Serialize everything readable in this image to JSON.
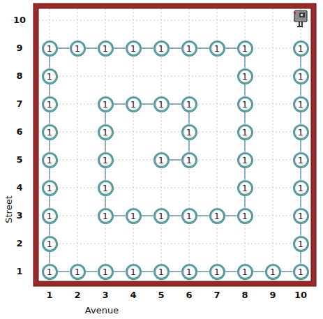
{
  "diagram": {
    "nodes": [
      {
        "text": [
          "1"
        ]
      },
      {
        "text": [
          "1"
        ]
      },
      {
        "text": [
          "1"
        ]
      },
      {
        "text": [
          "1"
        ]
      },
      {
        "text": [
          "1"
        ]
      },
      {
        "text": [
          "1"
        ]
      },
      {
        "text": [
          "1"
        ]
      },
      {
        "text": [
          "1"
        ]
      },
      {
        "text": [
          "1"
        ]
      },
      {
        "text": [
          "1"
        ]
      },
      {
        "text": [
          "1"
        ]
      },
      {
        "text": [
          "1"
        ]
      },
      {
        "text": [
          "1"
        ]
      },
      {
        "text": [
          "1"
        ]
      },
      {
        "text": [
          "1"
        ]
      },
      {
        "text": [
          "1"
        ]
      },
      {
        "text": [
          "1"
        ]
      },
      {
        "text": [
          "1"
        ]
      },
      {
        "text": [
          "1"
        ]
      },
      {
        "text": [
          "1"
        ]
      },
      {
        "text": [
          "1"
        ]
      },
      {
        "text": [
          "1"
        ]
      },
      {
        "text": [
          "1"
        ]
      },
      {
        "text": [
          "1"
        ]
      },
      {
        "text": [
          "1"
        ]
      },
      {
        "text": [
          "1"
        ]
      },
      {
        "text": [
          "1"
        ]
      },
      {
        "text": [
          "1"
        ]
      },
      {
        "text": [
          "1"
        ]
      },
      {
        "text": [
          "1"
        ]
      },
      {
        "text": [
          "1"
        ]
      },
      {
        "text": [
          "1"
        ]
      },
      {
        "text": [
          "1"
        ]
      },
      {
        "text": [
          "1"
        ]
      },
      {
        "text": [
          "1"
        ]
      },
      {
        "text": [
          "1"
        ]
      },
      {
        "text": [
          "1"
        ]
      },
      {
        "text": [
          "1"
        ]
      },
      {
        "text": [
          "1"
        ]
      },
      {
        "text": [
          "1"
        ]
      },
      {
        "text": [
          "1"
        ]
      },
      {
        "text": [
          "1"
        ]
      },
      {
        "text": [
          "1"
        ]
      },
      {
        "text": [
          "1"
        ]
      },
      {
        "text": [
          "1"
        ]
      },
      {
        "text": [
          "1"
        ]
      },
      {
        "text": [
          "1"
        ]
      },
      {
        "text": [
          "1"
        ]
      },
      {
        "text": [
          "1"
        ]
      },
      {
        "text": [
          "1"
        ]
      },
      {
        "text": [
          "1"
        ]
      },
      {
        "text": [
          "1"
        ]
      },
      {
        "text": [
          "1"
        ]
      },
      {
        "text": [
          "1"
        ]
      }
    ],
    "edges": [
      {
        "from": 8,
        "to": 11,
        "arrow": "none"
      },
      {
        "from": 11,
        "to": 18,
        "arrow": "none"
      },
      {
        "from": 18,
        "to": 23,
        "arrow": "none"
      },
      {
        "from": 23,
        "to": 29,
        "arrow": "none"
      },
      {
        "from": 29,
        "to": 33,
        "arrow": "none"
      },
      {
        "from": 33,
        "to": 41,
        "arrow": "none"
      },
      {
        "from": 41,
        "to": 43,
        "arrow": "none"
      },
      {
        "from": 43,
        "to": 53,
        "arrow": "none"
      },
      {
        "from": 53,
        "to": 52,
        "arrow": "none"
      },
      {
        "from": 52,
        "to": 51,
        "arrow": "none"
      },
      {
        "from": 51,
        "to": 50,
        "arrow": "none"
      },
      {
        "from": 50,
        "to": 49,
        "arrow": "none"
      },
      {
        "from": 49,
        "to": 48,
        "arrow": "none"
      },
      {
        "from": 48,
        "to": 47,
        "arrow": "none"
      },
      {
        "from": 47,
        "to": 46,
        "arrow": "none"
      },
      {
        "from": 46,
        "to": 45,
        "arrow": "none"
      },
      {
        "from": 45,
        "to": 44,
        "arrow": "none"
      },
      {
        "from": 44,
        "to": 42,
        "arrow": "none"
      },
      {
        "from": 42,
        "to": 34,
        "arrow": "none"
      },
      {
        "from": 34,
        "to": 30,
        "arrow": "none"
      },
      {
        "from": 30,
        "to": 24,
        "arrow": "none"
      },
      {
        "from": 24,
        "to": 19,
        "arrow": "none"
      },
      {
        "from": 19,
        "to": 12,
        "arrow": "none"
      },
      {
        "from": 12,
        "to": 9,
        "arrow": "none"
      },
      {
        "from": 9,
        "to": 0,
        "arrow": "none"
      },
      {
        "from": 0,
        "to": 1,
        "arrow": "none"
      },
      {
        "from": 1,
        "to": 2,
        "arrow": "none"
      },
      {
        "from": 2,
        "to": 3,
        "arrow": "none"
      },
      {
        "from": 3,
        "to": 4,
        "arrow": "none"
      },
      {
        "from": 4,
        "to": 5,
        "arrow": "none"
      },
      {
        "from": 5,
        "to": 6,
        "arrow": "none"
      },
      {
        "from": 6,
        "to": 7,
        "arrow": "none"
      },
      {
        "from": 7,
        "to": 10,
        "arrow": "none"
      },
      {
        "from": 10,
        "to": 17,
        "arrow": "none"
      },
      {
        "from": 17,
        "to": 22,
        "arrow": "none"
      },
      {
        "from": 22,
        "to": 28,
        "arrow": "none"
      },
      {
        "from": 28,
        "to": 32,
        "arrow": "none"
      },
      {
        "from": 32,
        "to": 40,
        "arrow": "none"
      },
      {
        "from": 40,
        "to": 39,
        "arrow": "none"
      },
      {
        "from": 39,
        "to": 38,
        "arrow": "none"
      },
      {
        "from": 38,
        "to": 37,
        "arrow": "none"
      },
      {
        "from": 37,
        "to": 36,
        "arrow": "none"
      },
      {
        "from": 36,
        "to": 35,
        "arrow": "none"
      },
      {
        "from": 35,
        "to": 31,
        "arrow": "none"
      },
      {
        "from": 31,
        "to": 25,
        "arrow": "none"
      },
      {
        "from": 25,
        "to": 20,
        "arrow": "none"
      },
      {
        "from": 20,
        "to": 13,
        "arrow": "none"
      },
      {
        "from": 13,
        "to": 14,
        "arrow": "none"
      },
      {
        "from": 14,
        "to": 15,
        "arrow": "none"
      },
      {
        "from": 15,
        "to": 16,
        "arrow": "none"
      },
      {
        "from": 16,
        "to": 21,
        "arrow": "none"
      },
      {
        "from": 21,
        "to": 27,
        "arrow": "none"
      },
      {
        "from": 27,
        "to": 26,
        "arrow": "none"
      }
    ],
    "labels": [
      "10",
      "9",
      "8",
      "7",
      "6",
      "5",
      "4",
      "3",
      "2",
      "1",
      "Street",
      "1",
      "2",
      "3",
      "4",
      "5",
      "6",
      "7",
      "8",
      "9",
      "10",
      "Avenue"
    ]
  }
}
